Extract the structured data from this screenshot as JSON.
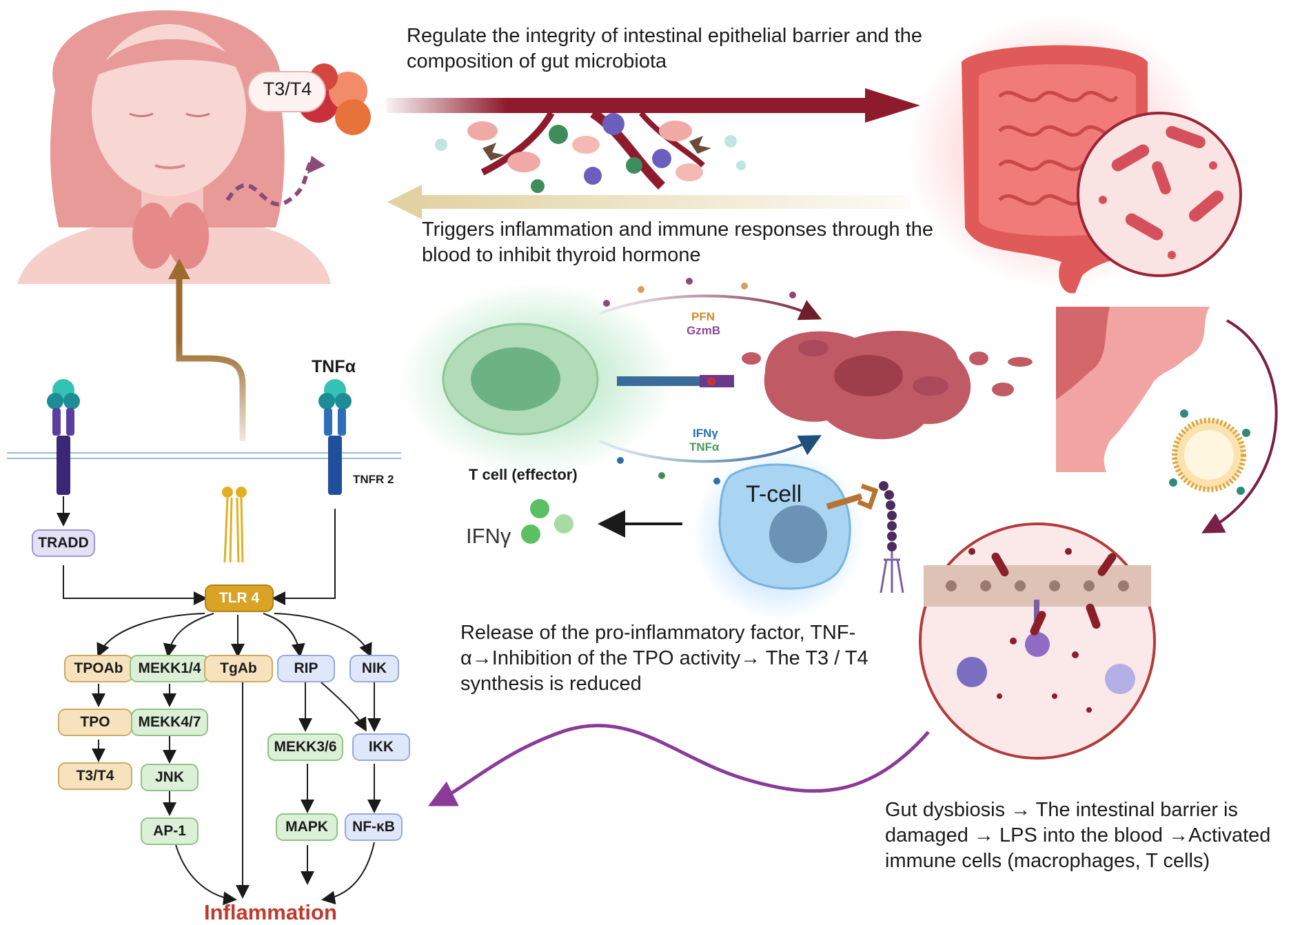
{
  "top_arrow_text": "Regulate the integrity of intestinal epithelial barrier and the composition of gut microbiota",
  "bottom_arrow_text": "Triggers inflammation and immune responses through the blood to inhibit thyroid hormone",
  "hormone_label": "T3/T4",
  "cytotoxic": {
    "pfn": "PFN",
    "gzmb": "GzmB",
    "ifng": "IFNγ",
    "tnfa": "TNFα",
    "effector_label": "T cell (effector)"
  },
  "tcell_label": "T-cell",
  "ifn_label": "IFNγ",
  "release_text": "Release of the pro-inflammatory factor, TNF-α→Inhibition of the TPO activity→ The T3 / T4 synthesis is reduced",
  "dysbiosis_text": "Gut dysbiosis → The intestinal barrier is damaged → LPS into the blood →Activated immune cells (macrophages, T cells)",
  "pathway": {
    "tnfa_label": "TNFα",
    "tnfr2_label": "TNFR 2",
    "tradd": "TRADD",
    "tlr4": "TLR 4",
    "tpoab": "TPOAb",
    "mekk14": "MEKK1/4",
    "tgab": "TgAb",
    "rip": "RIP",
    "nik": "NIK",
    "tpo": "TPO",
    "mekk47": "MEKK4/7",
    "t3t4": "T3/T4",
    "jnk": "JNK",
    "ap1": "AP-1",
    "mekk36": "MEKK3/6",
    "ikk": "IKK",
    "mapk": "MAPK",
    "nfkb": "NF-κB",
    "inflammation": "Inflammation"
  },
  "colors": {
    "blood_vessel": "#8e1b2c",
    "return_arrow": "#e5d7b0",
    "hormone_arrow": "#8b4a7a",
    "brown_arrow": "#9c6b2d",
    "purple_wave": "#8a3a99",
    "inflammation_text": "#c0392b",
    "intestine": "#e05a5a",
    "lesion": "#b54a55"
  }
}
